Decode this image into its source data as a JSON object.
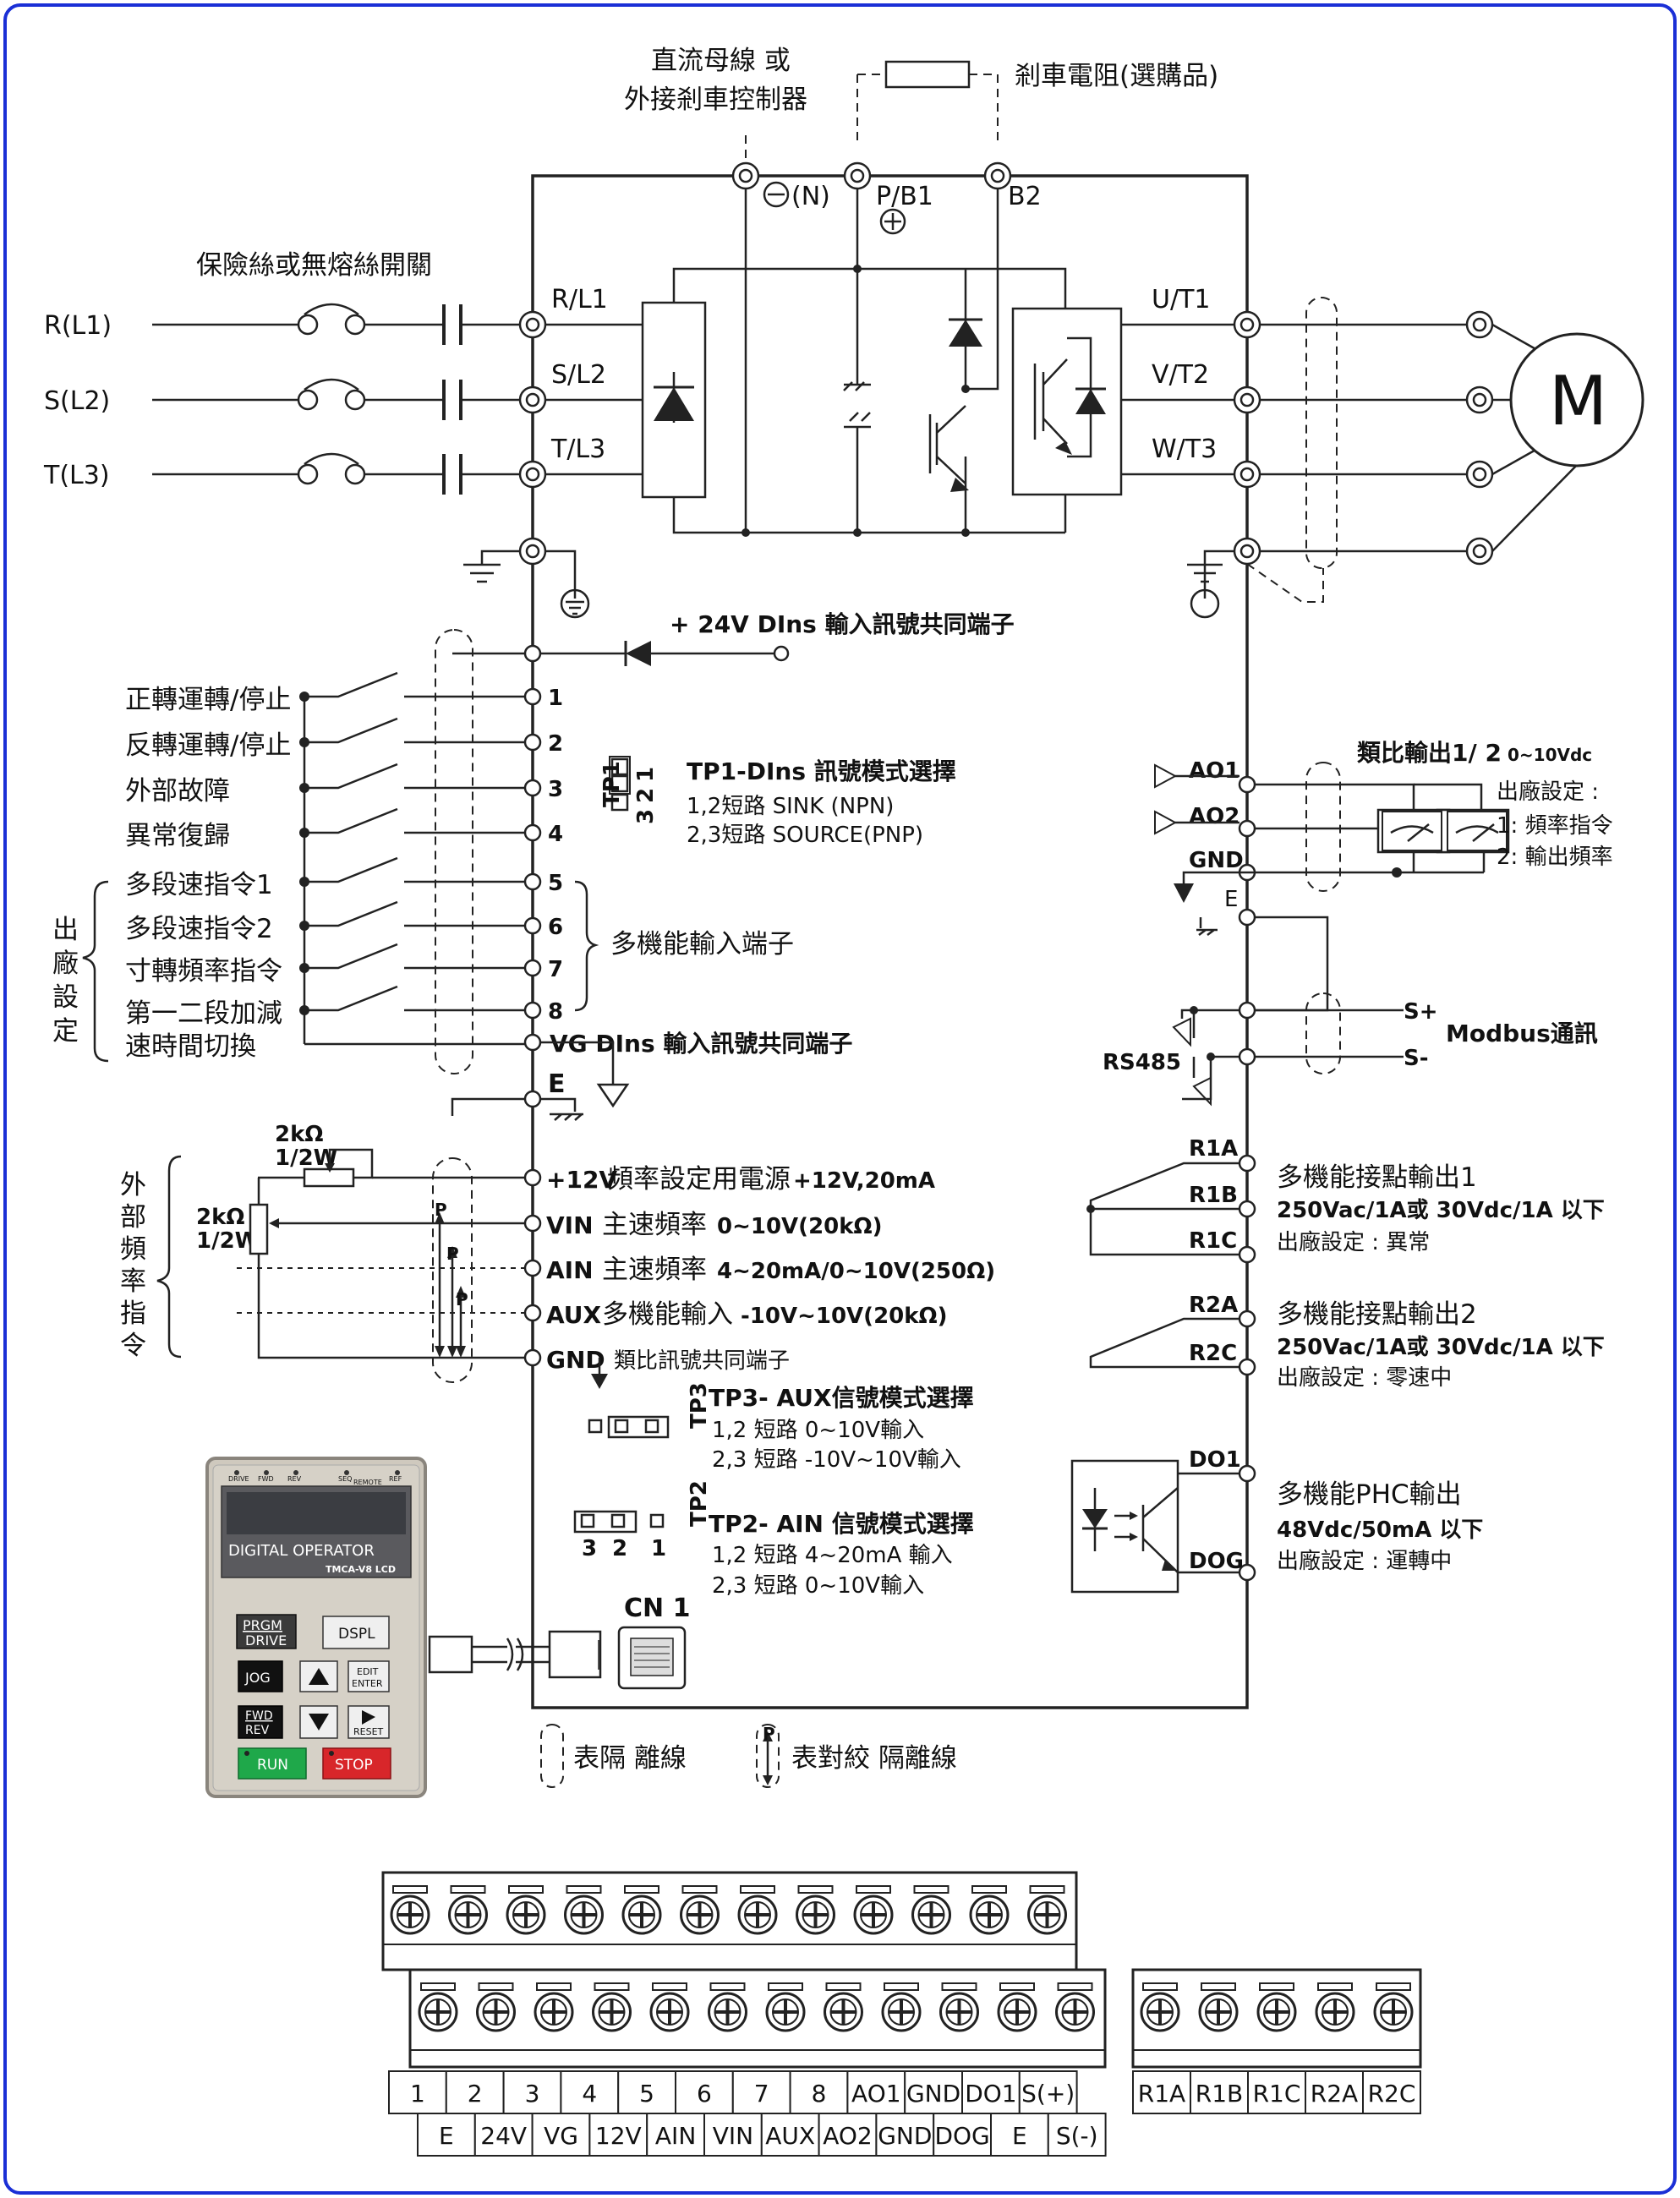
{
  "power_labels": {
    "dc_bus": "直流母線 或",
    "ext_brake": "外接剎車控制器",
    "brake_resistor": "剎車電阻(選購品)",
    "fuse": "保險絲或無熔絲開關",
    "n_terminal": "(N)",
    "pb1": "P/B1",
    "b2": "B2"
  },
  "inputs": [
    "R(L1)",
    "S(L2)",
    "T(L3)"
  ],
  "input_terms": [
    "R/L1",
    "S/L2",
    "T/L3"
  ],
  "output_terms": [
    "U/T1",
    "V/T2",
    "W/T3"
  ],
  "motor": "M",
  "dins_common": "+ 24V DIns 輸入訊號共同端子",
  "digital_inputs": [
    {
      "num": "1",
      "label": "正轉運轉/停止"
    },
    {
      "num": "2",
      "label": "反轉運轉/停止"
    },
    {
      "num": "3",
      "label": "外部故障"
    },
    {
      "num": "4",
      "label": "異常復歸"
    },
    {
      "num": "5",
      "label": "多段速指令1"
    },
    {
      "num": "6",
      "label": "多段速指令2"
    },
    {
      "num": "7",
      "label": "寸轉頻率指令"
    },
    {
      "num": "8",
      "label": "第一二段加減"
    }
  ],
  "di8_label2": "速時間切換",
  "factory_vertical": [
    "出",
    "廠",
    "設",
    "定"
  ],
  "multi_input": "多機能輸入端子",
  "vg_label": "VG  DIns  輸入訊號共同端子",
  "e_label": "E",
  "tp1": {
    "title": "TP1-DIns 訊號模式選擇",
    "l1": "1,2短路 SINK (NPN)",
    "l2": "2,3短路 SOURCE(PNP)",
    "name": "TP1",
    "pins": [
      "1",
      "2",
      "3"
    ]
  },
  "analog_inputs": [
    {
      "term": "+12V",
      "desc": "頻率設定用電源",
      "spec": "+12V,20mA"
    },
    {
      "term": "VIN",
      "desc": "主速頻率",
      "spec": "0~10V(20kΩ)"
    },
    {
      "term": "AIN",
      "desc": "主速頻率",
      "spec": "4~20mA/0~10V(250Ω)"
    },
    {
      "term": "AUX",
      "desc": "多機能輸入",
      "spec": "-10V~10V(20kΩ)"
    },
    {
      "term": "GND",
      "desc": "類比訊號共同端子",
      "spec": ""
    }
  ],
  "pot1": {
    "r": "2kΩ",
    "w": "1/2W"
  },
  "pot2": {
    "r": "2kΩ",
    "w": "1/2W"
  },
  "ext_freq_vertical": [
    "外",
    "部",
    "頻",
    "率",
    "指",
    "令"
  ],
  "tp3": {
    "title": "TP3- AUX信號模式選擇",
    "l1": "1,2 短路  0~10V輸入",
    "l2": "2,3 短路  -10V~10V輸入",
    "name": "TP3"
  },
  "tp2": {
    "title": "TP2- AIN 信號模式選擇",
    "l1": "1,2 短路  4~20mA 輸入",
    "l2": "2,3 短路  0~10V輸入",
    "name": "TP2",
    "pins": [
      "3",
      "2",
      "1"
    ]
  },
  "cn1": "CN 1",
  "legend": {
    "shield": "表隔 離線",
    "twisted": "表對絞 隔離線"
  },
  "analog_outputs": {
    "terms": [
      "AO1",
      "AO2",
      "GND",
      "E"
    ],
    "title": "類比輸出1/ 2",
    "range": "0~10Vdc",
    "factory": "出廠設定 :",
    "l1": "1: 頻率指令",
    "l2": "2: 輸出頻率"
  },
  "modbus": {
    "sp": "S+",
    "sm": "S-",
    "label": "Modbus通訊",
    "rs485": "RS485"
  },
  "relay1": {
    "terms": [
      "R1A",
      "R1B",
      "R1C"
    ],
    "title": "多機能接點輸出1",
    "spec": "250Vac/1A或 30Vdc/1A 以下",
    "factory": "出廠設定 : 異常"
  },
  "relay2": {
    "terms": [
      "R2A",
      "R2C"
    ],
    "title": "多機能接點輸出2",
    "spec": "250Vac/1A或 30Vdc/1A 以下",
    "factory": "出廠設定 : 零速中"
  },
  "phc": {
    "terms": [
      "DO1",
      "DOG"
    ],
    "title": "多機能PHC輸出",
    "spec": "48Vdc/50mA 以下",
    "factory": "出廠設定 : 運轉中"
  },
  "keypad": {
    "leds": [
      "DRIVE",
      "FWD",
      "REV",
      "SEQ",
      "REF"
    ],
    "remote": "REMOTE",
    "title": "DIGITAL OPERATOR",
    "model": "TMCA-V8 LCD",
    "btn_prgm": "PRGM",
    "btn_drive": "DRIVE",
    "btn_dspl": "DSPL",
    "btn_jog": "JOG",
    "btn_edit": "EDIT",
    "btn_enter": "ENTER",
    "btn_fwd": "FWD",
    "btn_rev": "REV",
    "btn_reset": "RESET",
    "btn_run": "RUN",
    "btn_stop": "STOP"
  },
  "terminal_block": {
    "top_row": [
      "1",
      "2",
      "3",
      "4",
      "5",
      "6",
      "7",
      "8",
      "AO1",
      "GND",
      "DO1",
      "S(+)"
    ],
    "bottom_row": [
      "E",
      "24V",
      "VG",
      "12V",
      "AIN",
      "VIN",
      "AUX",
      "AO2",
      "GND",
      "DOG",
      "E",
      "S(-)"
    ],
    "relay_row": [
      "R1A",
      "R1B",
      "R1C",
      "R2A",
      "R2C"
    ]
  },
  "colors": {
    "frame": "#1a2fd6",
    "run": "#1fa84a",
    "stop": "#d8262a",
    "keypad_bg": "#cfc9be"
  }
}
